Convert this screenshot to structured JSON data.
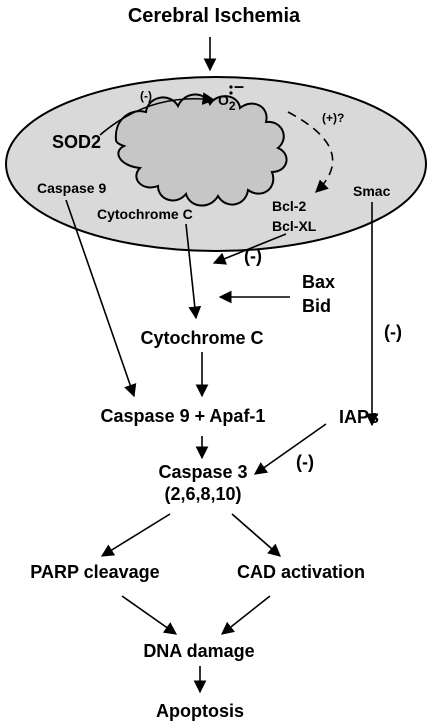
{
  "nodes": {
    "cerebral_ischemia": "Cerebral Ischemia",
    "sod2": "SOD2",
    "o2_base": "O",
    "o2_sub": "2",
    "o2_charge": "–",
    "caspase9_mito": "Caspase 9",
    "cytochrome_c_mito": "Cytochrome C",
    "bcl2": "Bcl-2",
    "bclxl": "Bcl-XL",
    "smac": "Smac",
    "bax": "Bax",
    "bid": "Bid",
    "cytochrome_c": "Cytochrome C",
    "caspase9_apaf1": "Caspase 9 + Apaf-1",
    "iaps": "IAPs",
    "caspase3": "Caspase 3",
    "caspase_family": "(2,6,8,10)",
    "parp": "PARP cleavage",
    "cad": "CAD activation",
    "dna_damage": "DNA damage",
    "apoptosis": "Apoptosis"
  },
  "edge_labels": {
    "sod2_o2": "(-)",
    "o2_bcl": "(+)?",
    "bcl_inhibit": "(-)",
    "smac_inhibit": "(-)",
    "iaps_inhibit": "(-)"
  },
  "colors": {
    "mito_fill": "#d9d9d9",
    "cristae_fill": "#c6c6c6",
    "line": "#000000"
  }
}
